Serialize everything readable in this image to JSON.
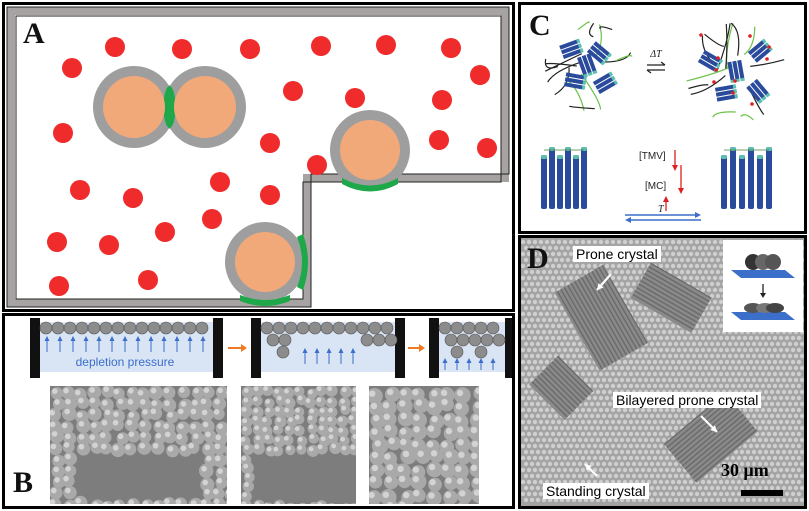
{
  "panels": {
    "a": {
      "letter": "A"
    },
    "b": {
      "letter": "B",
      "depletion_label": "depletion pressure"
    },
    "c": {
      "letter": "C",
      "delta_t": "ΔT",
      "tmv": "[TMV]",
      "mc": "[MC]",
      "t": "T"
    },
    "d": {
      "letter": "D",
      "prone": "Prone crystal",
      "bilayer": "Bilayered prone crystal",
      "standing": "Standing crystal",
      "scale": "30 μm"
    }
  },
  "colors": {
    "particle": "#ef2b2b",
    "colloid_core": "#f2a97a",
    "colloid_shell": "#9e9e9e",
    "contact": "#1ea84a",
    "wall": "#a8a3a3",
    "rod": "#2a4b9c",
    "rod_tip": "#5cc0b0",
    "arrow_blue": "#3b6fc9",
    "arrow_red": "#e02020",
    "arrow_orange": "#f07a24"
  }
}
